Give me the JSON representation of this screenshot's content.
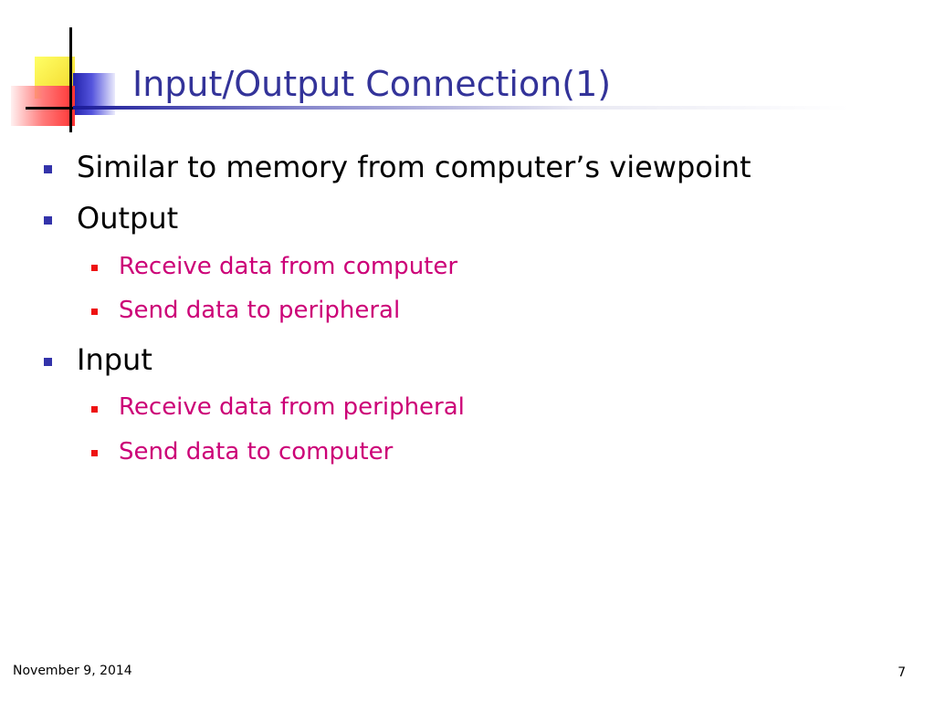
{
  "slide": {
    "title": "Input/Output Connection(1)",
    "bullets": [
      {
        "level": 1,
        "text": "Similar to memory from computer’s viewpoint"
      },
      {
        "level": 1,
        "text": "Output"
      },
      {
        "level": 2,
        "text": "Receive data from computer"
      },
      {
        "level": 2,
        "text": "Send data to peripheral"
      },
      {
        "level": 1,
        "text": "Input"
      },
      {
        "level": 2,
        "text": "Receive data from peripheral"
      },
      {
        "level": 2,
        "text": "Send data to computer"
      }
    ],
    "footer": {
      "date": "November 9, 2014",
      "page_number": "7"
    }
  },
  "colors": {
    "title": "#333399",
    "bullet_level1_text": "#000000",
    "bullet_level1_marker": "#3333aa",
    "bullet_level2_text": "#cc0077",
    "bullet_level2_marker": "#ee1111"
  },
  "icons": {
    "corner_logo": "yellow-blue-red-squares-with-crosshair",
    "bullet_level1": "blue-square-bullet",
    "bullet_level2": "red-square-bullet"
  }
}
